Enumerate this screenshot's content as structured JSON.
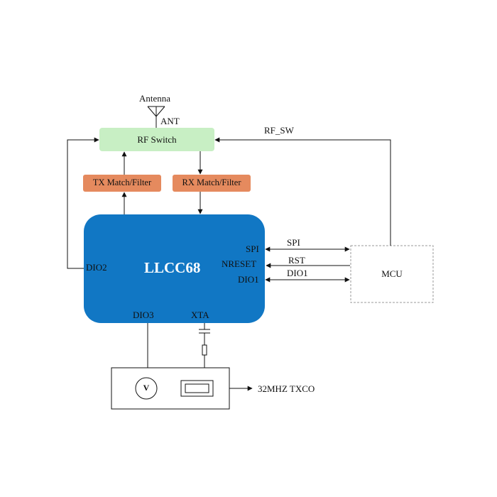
{
  "labels": {
    "antenna": "Antenna",
    "ant": "ANT",
    "rf_switch": "RF Switch",
    "rf_sw": "RF_SW",
    "tx_filter": "TX Match/Filter",
    "rx_filter": "RX Match/Filter",
    "chip": "LLCC68",
    "dio2": "DIO2",
    "dio3": "DIO3",
    "xta": "XTA",
    "spi_pin": "SPI",
    "nreset_pin": "NRESET",
    "dio1_pin": "DIO1",
    "spi_sig": "SPI",
    "rst_sig": "RST",
    "dio1_sig": "DIO1",
    "mcu": "MCU",
    "voltage": "V",
    "tcxo": "32MHZ TXCO"
  },
  "colors": {
    "chip": "#1177c4",
    "rf_switch": "#c8efc4",
    "filter": "#e58a5e",
    "line": "#111111",
    "mcu_border": "#9a9a9a"
  }
}
